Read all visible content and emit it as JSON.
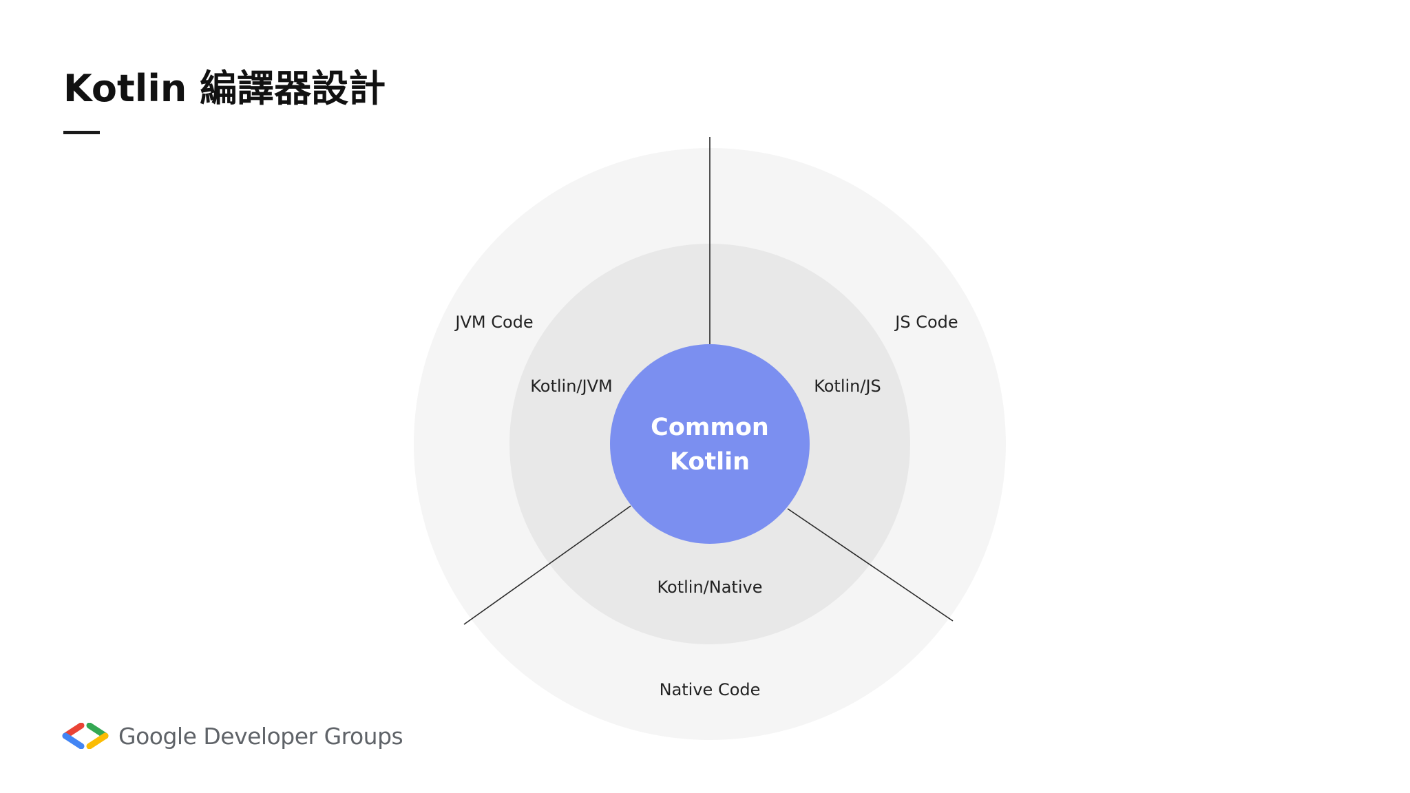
{
  "slide": {
    "title": "Kotlin 編譯器設計"
  },
  "diagram": {
    "center": {
      "line1": "Common",
      "line2": "Kotlin"
    },
    "inner_ring": {
      "left": "Kotlin/JVM",
      "right": "Kotlin/JS",
      "bottom": "Kotlin/Native"
    },
    "outer_ring": {
      "left": "JVM Code",
      "right": "JS Code",
      "bottom": "Native Code"
    },
    "colors": {
      "outer_ring": "#f5f5f5",
      "inner_ring": "#e8e8e8",
      "center": "#7b8ff0",
      "center_text": "#ffffff",
      "divider": "#2a2a2a"
    }
  },
  "footer": {
    "logo_text": "Google Developer Groups",
    "logo_icon": "gdg-brackets-icon",
    "logo_colors": [
      "#ea4335",
      "#4285f4",
      "#34a853",
      "#fbbc04"
    ]
  }
}
